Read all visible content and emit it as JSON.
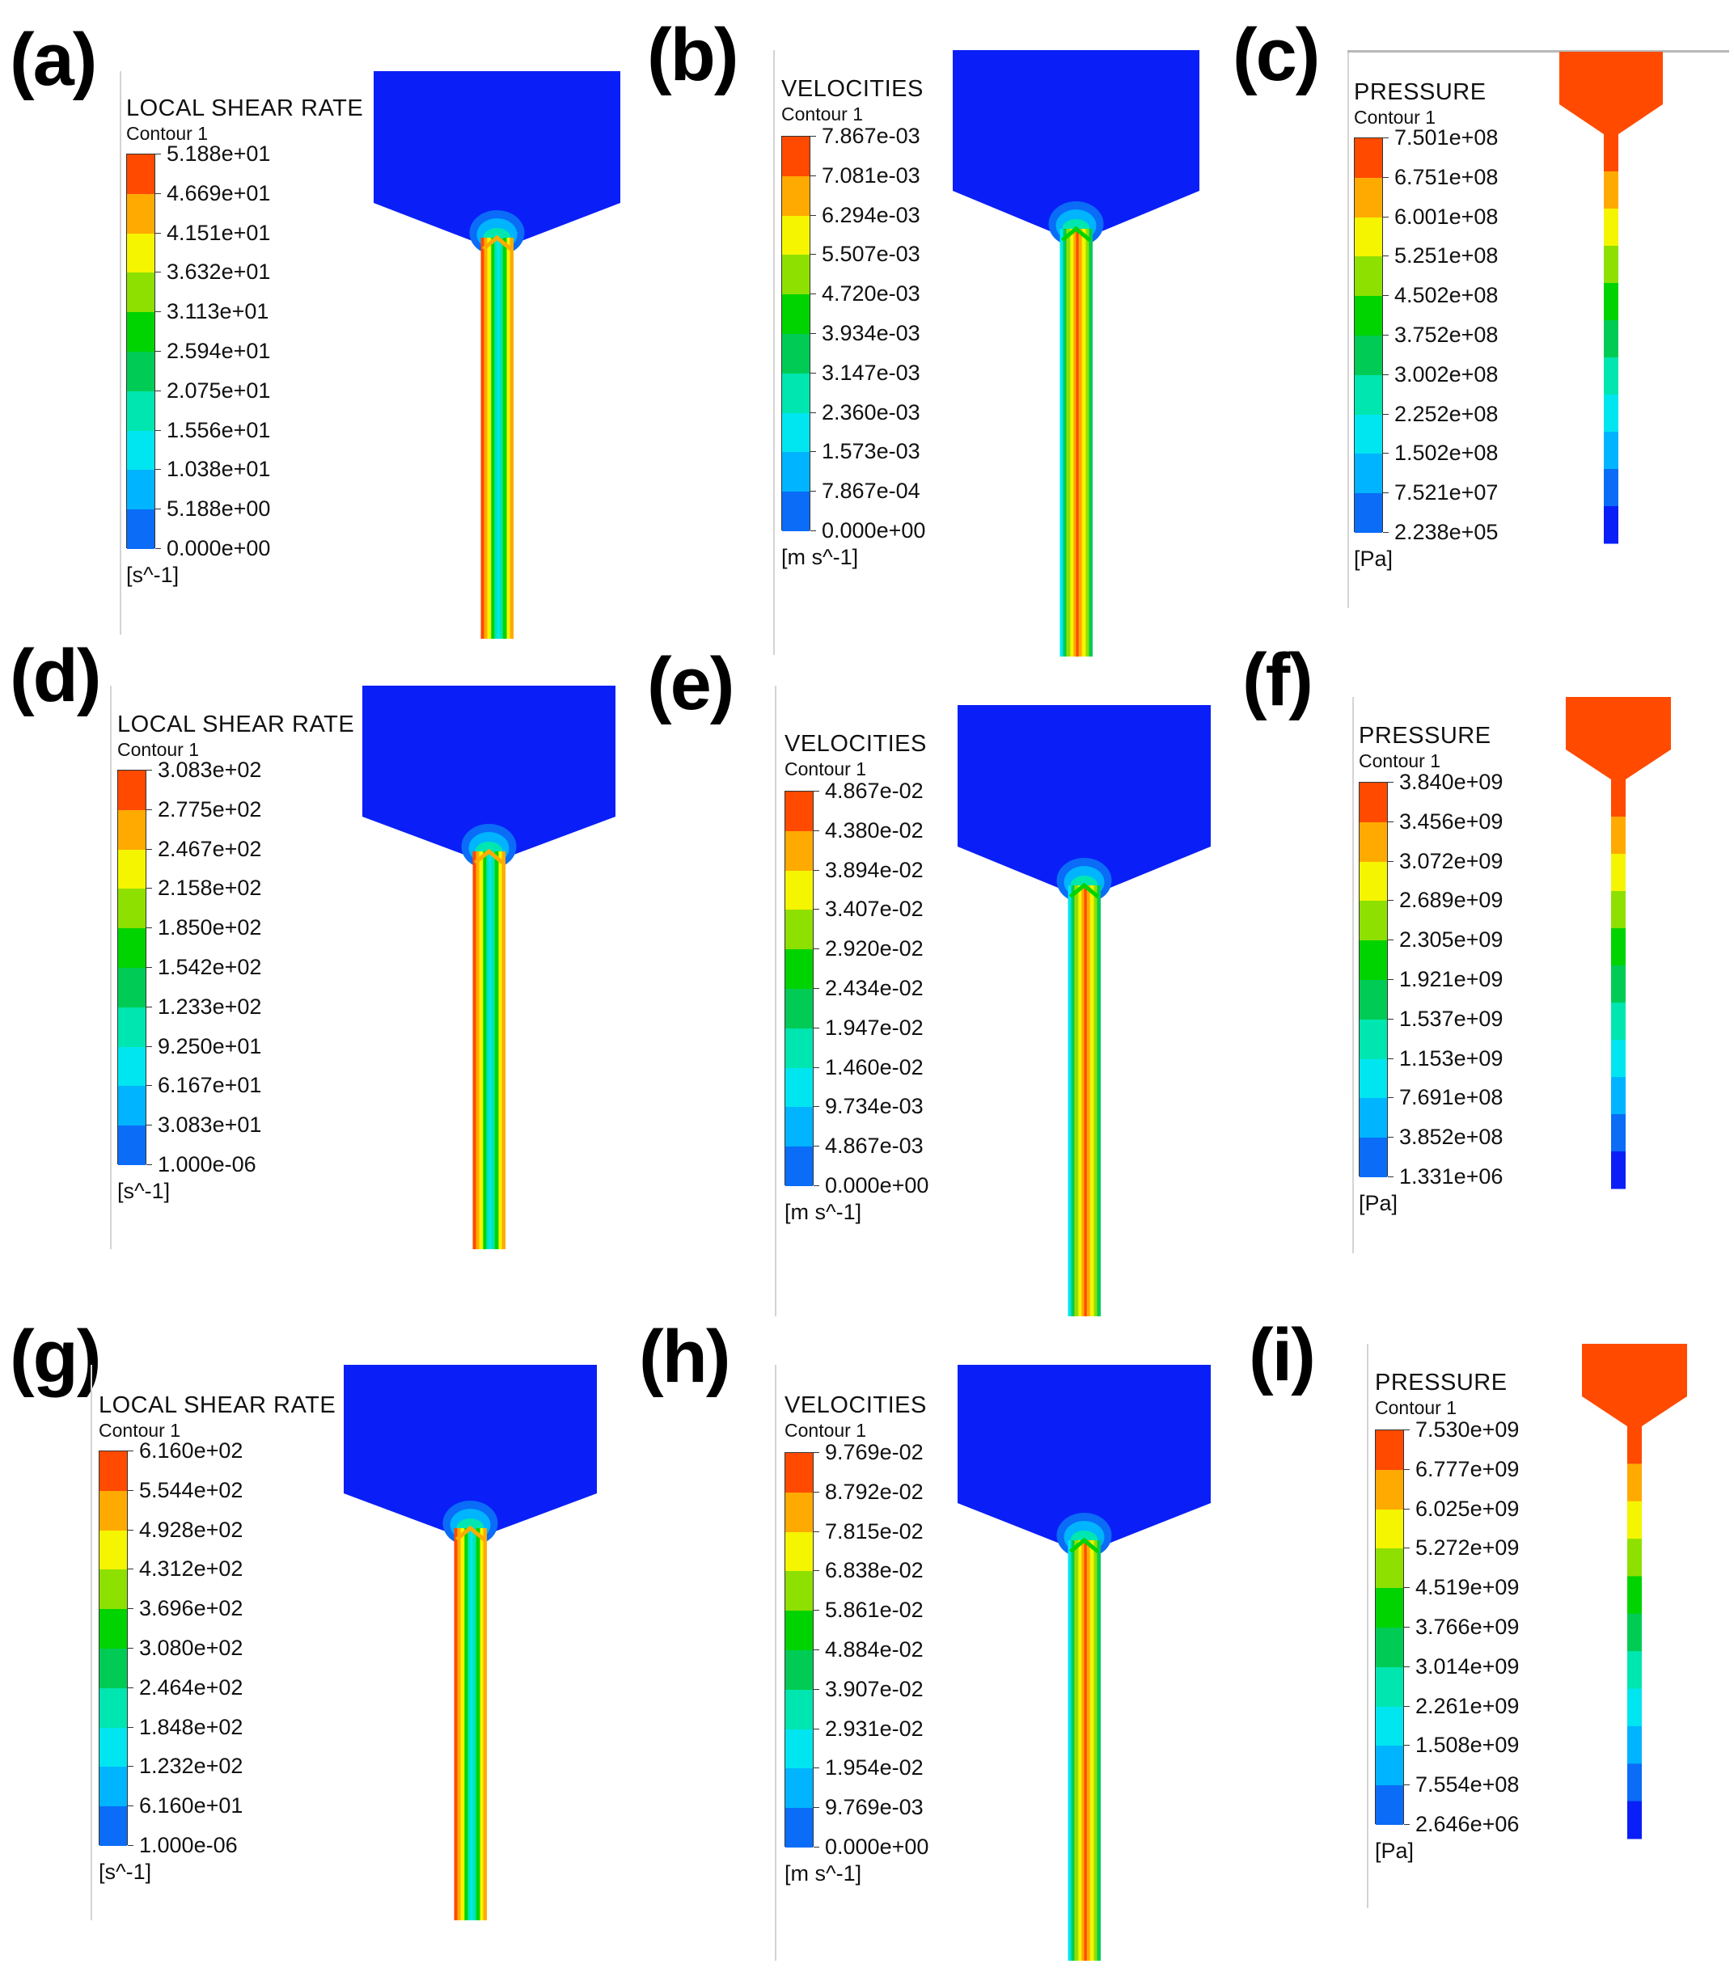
{
  "palette": [
    "#0a1ff7",
    "#0a6cf7",
    "#00b4ff",
    "#00e6f0",
    "#00e6b0",
    "#00cc55",
    "#00d400",
    "#8ee000",
    "#f5f500",
    "#ffaa00",
    "#ff4a00"
  ],
  "panels": [
    {
      "letter": "(a)",
      "type": "shear",
      "legend": {
        "title": "LOCAL SHEAR RATE",
        "subtitle": "Contour 1",
        "unit": "[s^-1]",
        "labels": [
          "5.188e+01",
          "4.669e+01",
          "4.151e+01",
          "3.632e+01",
          "3.113e+01",
          "2.594e+01",
          "2.075e+01",
          "1.556e+01",
          "1.038e+01",
          "5.188e+00",
          "0.000e+00"
        ]
      }
    },
    {
      "letter": "(b)",
      "type": "velocity",
      "legend": {
        "title": "VELOCITIES",
        "subtitle": "Contour 1",
        "unit": "[m s^-1]",
        "labels": [
          "7.867e-03",
          "7.081e-03",
          "6.294e-03",
          "5.507e-03",
          "4.720e-03",
          "3.934e-03",
          "3.147e-03",
          "2.360e-03",
          "1.573e-03",
          "7.867e-04",
          "0.000e+00"
        ]
      }
    },
    {
      "letter": "(c)",
      "type": "pressure",
      "legend": {
        "title": "PRESSURE",
        "subtitle": "Contour 1",
        "unit": "[Pa]",
        "labels": [
          "7.501e+08",
          "6.751e+08",
          "6.001e+08",
          "5.251e+08",
          "4.502e+08",
          "3.752e+08",
          "3.002e+08",
          "2.252e+08",
          "1.502e+08",
          "7.521e+07",
          "2.238e+05"
        ]
      }
    },
    {
      "letter": "(d)",
      "type": "shear",
      "legend": {
        "title": "LOCAL SHEAR RATE",
        "subtitle": "Contour 1",
        "unit": "[s^-1]",
        "labels": [
          "3.083e+02",
          "2.775e+02",
          "2.467e+02",
          "2.158e+02",
          "1.850e+02",
          "1.542e+02",
          "1.233e+02",
          "9.250e+01",
          "6.167e+01",
          "3.083e+01",
          "1.000e-06"
        ]
      }
    },
    {
      "letter": "(e)",
      "type": "velocity",
      "legend": {
        "title": "VELOCITIES",
        "subtitle": "Contour 1",
        "unit": "[m s^-1]",
        "labels": [
          "4.867e-02",
          "4.380e-02",
          "3.894e-02",
          "3.407e-02",
          "2.920e-02",
          "2.434e-02",
          "1.947e-02",
          "1.460e-02",
          "9.734e-03",
          "4.867e-03",
          "0.000e+00"
        ]
      }
    },
    {
      "letter": "(f)",
      "type": "pressure",
      "legend": {
        "title": "PRESSURE",
        "subtitle": "Contour 1",
        "unit": "[Pa]",
        "labels": [
          "3.840e+09",
          "3.456e+09",
          "3.072e+09",
          "2.689e+09",
          "2.305e+09",
          "1.921e+09",
          "1.537e+09",
          "1.153e+09",
          "7.691e+08",
          "3.852e+08",
          "1.331e+06"
        ]
      }
    },
    {
      "letter": "(g)",
      "type": "shear",
      "legend": {
        "title": "LOCAL SHEAR RATE",
        "subtitle": "Contour 1",
        "unit": "[s^-1]",
        "labels": [
          "6.160e+02",
          "5.544e+02",
          "4.928e+02",
          "4.312e+02",
          "3.696e+02",
          "3.080e+02",
          "2.464e+02",
          "1.848e+02",
          "1.232e+02",
          "6.160e+01",
          "1.000e-06"
        ]
      }
    },
    {
      "letter": "(h)",
      "type": "velocity",
      "legend": {
        "title": "VELOCITIES",
        "subtitle": "Contour 1",
        "unit": "[m s^-1]",
        "labels": [
          "9.769e-02",
          "8.792e-02",
          "7.815e-02",
          "6.838e-02",
          "5.861e-02",
          "4.884e-02",
          "3.907e-02",
          "2.931e-02",
          "1.954e-02",
          "9.769e-03",
          "0.000e+00"
        ]
      }
    },
    {
      "letter": "(i)",
      "type": "pressure",
      "legend": {
        "title": "PRESSURE",
        "subtitle": "Contour 1",
        "unit": "[Pa]",
        "labels": [
          "7.530e+09",
          "6.777e+09",
          "6.025e+09",
          "5.272e+09",
          "4.519e+09",
          "3.766e+09",
          "3.014e+09",
          "2.261e+09",
          "1.508e+09",
          "7.554e+08",
          "2.646e+06"
        ]
      }
    }
  ]
}
